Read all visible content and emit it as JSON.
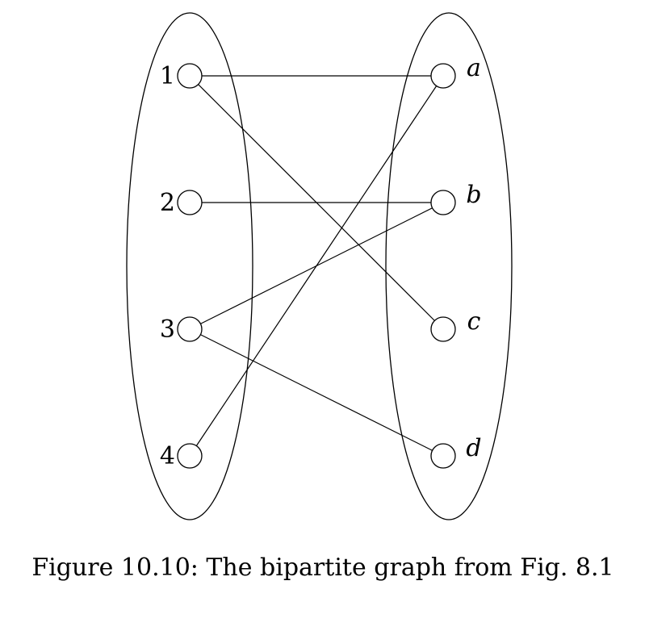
{
  "graph": {
    "left_nodes": [
      {
        "id": "1",
        "label": "1"
      },
      {
        "id": "2",
        "label": "2"
      },
      {
        "id": "3",
        "label": "3"
      },
      {
        "id": "4",
        "label": "4"
      }
    ],
    "right_nodes": [
      {
        "id": "a",
        "label": "a"
      },
      {
        "id": "b",
        "label": "b"
      },
      {
        "id": "c",
        "label": "c"
      },
      {
        "id": "d",
        "label": "d"
      }
    ],
    "edges": [
      {
        "from": "1",
        "to": "a"
      },
      {
        "from": "1",
        "to": "c"
      },
      {
        "from": "2",
        "to": "b"
      },
      {
        "from": "3",
        "to": "b"
      },
      {
        "from": "3",
        "to": "d"
      },
      {
        "from": "4",
        "to": "a"
      }
    ]
  },
  "caption": "Figure 10.10: The bipartite graph from Fig. 8.1"
}
